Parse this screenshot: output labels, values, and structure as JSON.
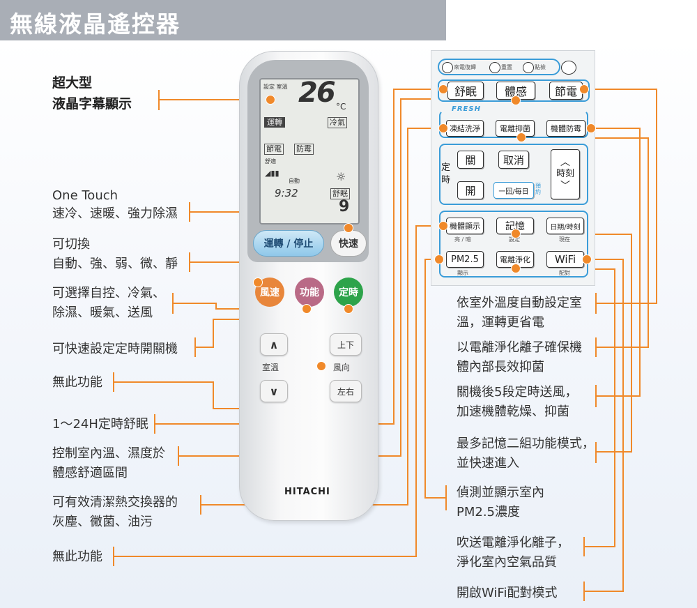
{
  "header": {
    "title": "無線液晶遙控器"
  },
  "left_labels": {
    "lcd": [
      "超大型",
      "液晶字幕顯示"
    ],
    "one_touch": [
      "One Touch",
      "速冷、速暖、強力除濕"
    ],
    "fan": [
      "可切換",
      "自動、強、弱、微、靜"
    ],
    "mode": [
      "可選擇自控、冷氣、",
      "除濕、暖氣、送風"
    ],
    "timer": "可快速設定定時開關機",
    "swing": "無此功能",
    "sleep": "1～24H定時舒眠",
    "comfort": [
      "控制室內溫、濕度於",
      "體感舒適區間"
    ],
    "clean": [
      "可有效清潔熱交換器的",
      "灰塵、黴菌、油污"
    ],
    "none2": "無此功能"
  },
  "right_labels": {
    "eco": [
      "依室外溫度自動設定室",
      "溫，運轉更省電"
    ],
    "ion": [
      "以電離淨化離子確保機",
      "體內部長效抑菌"
    ],
    "dry": [
      "關機後5段定時送風，",
      "加速機體乾燥、抑菌"
    ],
    "memory": [
      "最多記憶二組功能模式，",
      "並快速進入"
    ],
    "pm25": [
      "偵測並顯示室內",
      "PM2.5濃度"
    ],
    "purify": [
      "吹送電離淨化離子，",
      "淨化室內空氣品質"
    ],
    "wifi": "開啟WiFi配對模式"
  },
  "remote": {
    "lcd": {
      "setting_label": "設定 室溫",
      "temperature": "26",
      "unit": "°C",
      "run_label": "運轉",
      "cool_label": "冷氣",
      "eco_label": "節電",
      "mold_label": "防霉",
      "comfort_label": "舒適",
      "auto_label": "自動",
      "time": "9:32",
      "sleep_label": "舒眠",
      "digit": "9"
    },
    "buttons": {
      "power": "運轉 / 停止",
      "quick": "快速",
      "fan_speed": "風速",
      "function": "功能",
      "timer": "定時",
      "up_down": "上下",
      "room_temp": "室溫",
      "wind_dir": "風向",
      "left_right": "左右",
      "temp_up_glyph": "∧",
      "temp_down_glyph": "∨"
    },
    "brand": "HITACHI"
  },
  "panel": {
    "top_row": [
      "來電復歸",
      "重置",
      "點檢"
    ],
    "sleep": "舒眠",
    "comfort": "體感",
    "eco": "節電",
    "fresh_label": "FRESH",
    "freeze_wash": "凍結洗淨",
    "ion_suppress": "電離抑菌",
    "mold_proof": "機體防霉",
    "timer_label": "定時",
    "off": "關",
    "cancel": "取消",
    "time_label": "時刻",
    "on": "開",
    "once_daily": "一回/每日",
    "reserve": "預約",
    "display": "機體顯示",
    "display_sub": "亮 / 暗",
    "memory": "記憶",
    "memory_sub": "設定",
    "date_time": "日期/時刻",
    "date_sub": "現在",
    "pm25": "PM2.5",
    "pm25_sub": "顯示",
    "ion_purify": "電離淨化",
    "wifi": "WiFi",
    "wifi_sub": "配對",
    "arrow_up": "︿",
    "arrow_down": "﹀"
  },
  "colors": {
    "accent_orange": "#f0892a",
    "panel_blue": "#3a9cd8"
  }
}
